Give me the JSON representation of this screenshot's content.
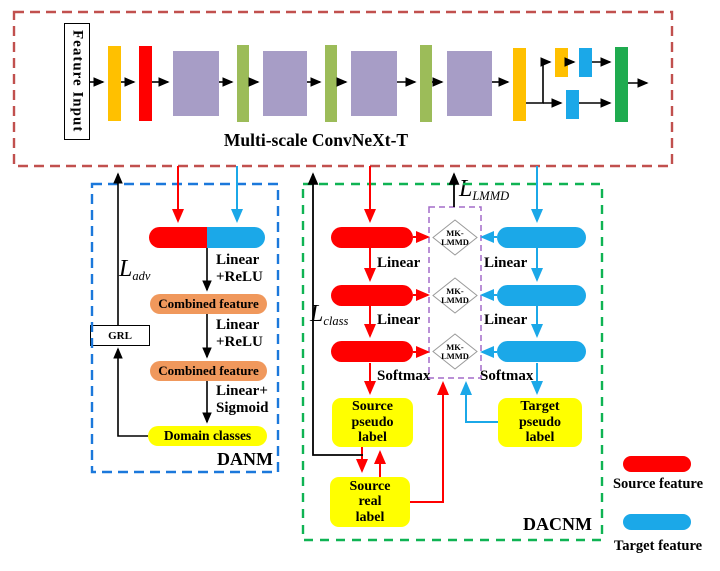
{
  "colors": {
    "frame_red": "#C1504E",
    "danm_border": "#1B78DB",
    "dacnm_border": "#0FB353",
    "mk_box_border": "#A36BC9",
    "gold": "#FFC000",
    "red": "#FF0000",
    "purple_block": "#A79DC6",
    "olive": "#9CBC59",
    "blue": "#1BA8E8",
    "bright_green": "#1FAB4F",
    "orange_pill": "#F0985C",
    "yellow": "#FFFF00"
  },
  "top": {
    "feature_input": "Feature Input",
    "title": "Multi-scale ConvNeXt-T"
  },
  "danm": {
    "label": "DANM",
    "grl": "GRL",
    "loss_adv": {
      "main": "L",
      "sub": "adv"
    },
    "linear_relu": "Linear\n+ReLU",
    "linear_sigmoid": "Linear+\nSigmoid",
    "combined_feature": "Combined feature",
    "domain_classes": "Domain classes"
  },
  "dacnm": {
    "label": "DACNM",
    "loss_class": {
      "main": "L",
      "sub": "class"
    },
    "loss_lmmd": {
      "main": "L",
      "sub": "LMMD"
    },
    "linear": "Linear",
    "softmax": "Softmax",
    "mk_lmmd": "MK-\nLMMD",
    "source_pseudo": "Source\npseudo\nlabel",
    "target_pseudo": "Target\npseudo\nlabel",
    "source_real": "Source\nreal\nlabel"
  },
  "legend": {
    "source": "Source feature",
    "target": "Target feature"
  }
}
